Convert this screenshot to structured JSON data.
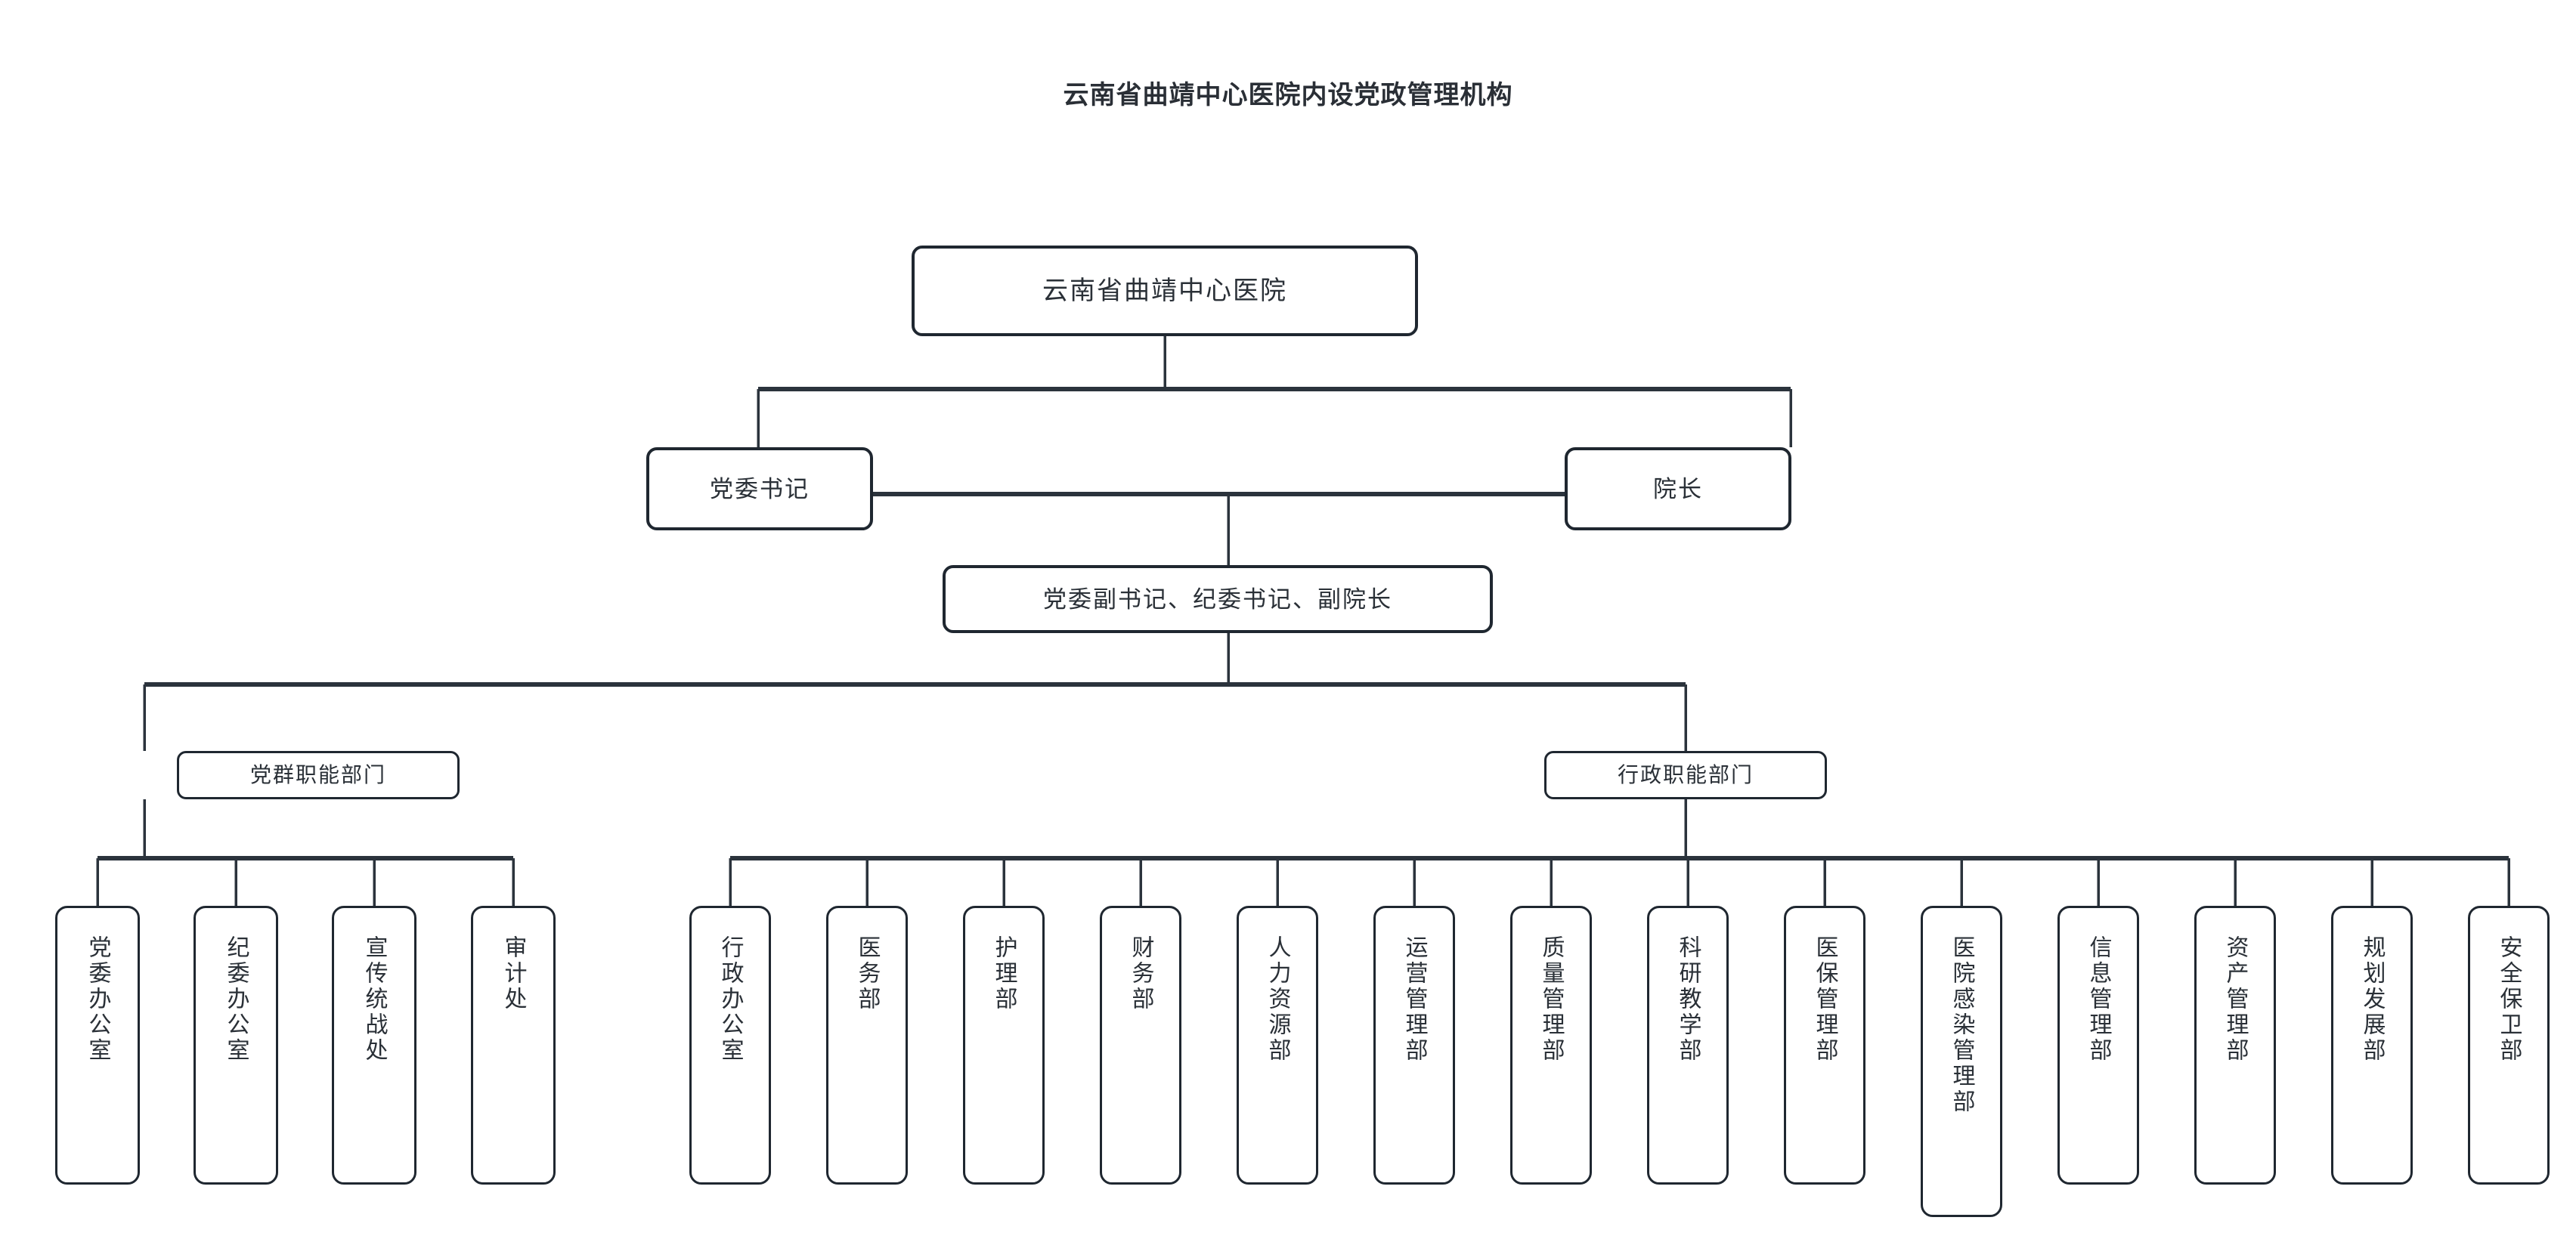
{
  "chart": {
    "title": "云南省曲靖中心医院内设党政管理机构",
    "type": "organization-chart",
    "colors": {
      "background": "#ffffff",
      "box_border": "#1f2730",
      "connector": "#2b333c",
      "text": "#2a3037"
    },
    "levels": {
      "root": {
        "label": "云南省曲靖中心医院"
      },
      "leadership": {
        "party_secretary": "党委书记",
        "president": "院长"
      },
      "deputy": {
        "label": "党委副书记、纪委书记、副院长"
      },
      "groups": {
        "party": "党群职能部门",
        "admin": "行政职能部门"
      }
    },
    "party_departments": [
      "党委办公室",
      "纪委办公室",
      "宣传统战处",
      "审计处"
    ],
    "admin_departments": [
      "行政办公室",
      "医务部",
      "护理部",
      "财务部",
      "人力资源部",
      "运营管理部",
      "质量管理部",
      "科研教学部",
      "医保管理部",
      "医院感染管理部",
      "信息管理部",
      "资产管理部",
      "规划发展部",
      "安全保卫部"
    ]
  }
}
